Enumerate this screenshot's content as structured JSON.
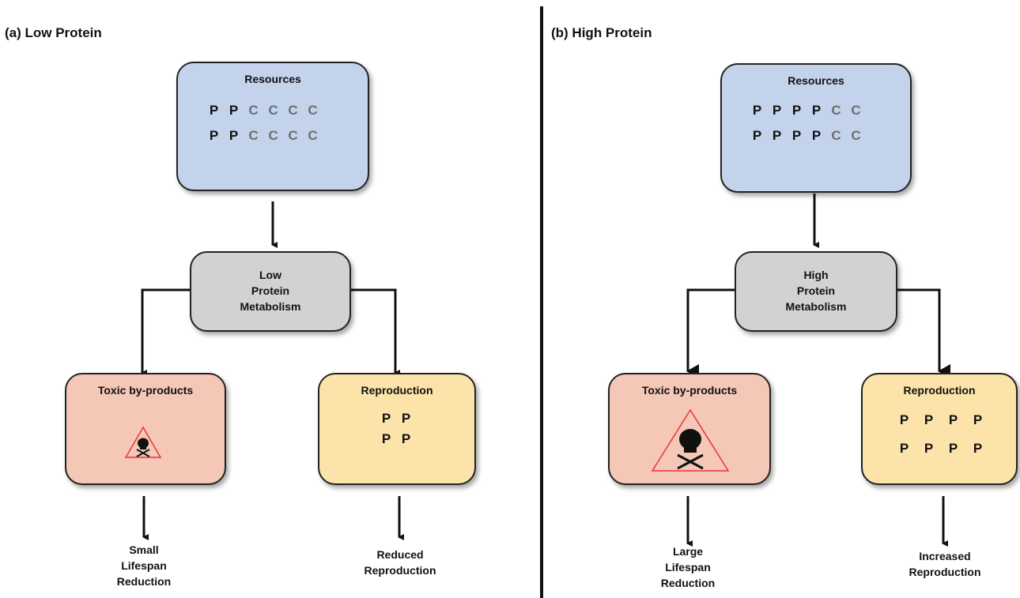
{
  "panels": [
    {
      "title": "(a) Low Protein",
      "resources": {
        "title": "Resources",
        "rows": [
          [
            "P",
            "P",
            "C",
            "C",
            "C",
            "C"
          ],
          [
            "P",
            "P",
            "C",
            "C",
            "C",
            "C"
          ]
        ]
      },
      "metabolism": {
        "line1": "Low",
        "line2": "Protein",
        "line3": "Metabolism"
      },
      "toxic": {
        "title": "Toxic by-products",
        "icon": "skull-warning-icon-small"
      },
      "reproduction": {
        "title": "Reproduction",
        "rows": [
          [
            "P",
            "P"
          ],
          [
            "P",
            "P"
          ]
        ]
      },
      "outcome_left": {
        "line1": "Small",
        "line2": "Lifespan",
        "line3": "Reduction"
      },
      "outcome_right": {
        "line1": "Reduced",
        "line2": "Reproduction"
      }
    },
    {
      "title": "(b) High Protein",
      "resources": {
        "title": "Resources",
        "rows": [
          [
            "P",
            "P",
            "P",
            "P",
            "C",
            "C"
          ],
          [
            "P",
            "P",
            "P",
            "P",
            "C",
            "C"
          ]
        ]
      },
      "metabolism": {
        "line1": "High",
        "line2": "Protein",
        "line3": "Metabolism"
      },
      "toxic": {
        "title": "Toxic by-products",
        "icon": "skull-warning-icon-large"
      },
      "reproduction": {
        "title": "Reproduction",
        "rows": [
          [
            "P",
            "P",
            "P",
            "P"
          ],
          [
            "P",
            "P",
            "P",
            "P"
          ]
        ]
      },
      "outcome_left": {
        "line1": "Large",
        "line2": "Lifespan",
        "line3": "Reduction"
      },
      "outcome_right": {
        "line1": "Increased",
        "line2": "Reproduction"
      }
    }
  ],
  "colors": {
    "resources": "#c3d3ec",
    "metabolism": "#d2d2d2",
    "toxic": "#f4c7b6",
    "reproduction": "#fbe3a9",
    "warning": "#e8343a",
    "protein_text": "#111111",
    "carb_text": "#6e6e6e"
  }
}
